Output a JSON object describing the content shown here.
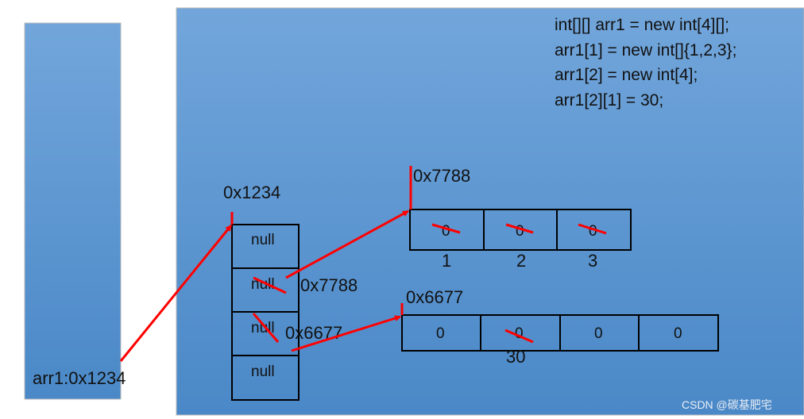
{
  "code": [
    "int[][] arr1 = new int[4][];",
    "arr1[1] = new int[]{1,2,3};",
    "arr1[2] = new int[4];",
    "arr1[2][1] = 30;"
  ],
  "stack": {
    "variable": "arr1:0x1234"
  },
  "outer_array": {
    "address": "0x1234",
    "cells": [
      "null",
      "null",
      "null",
      "null"
    ],
    "ref_labels": [
      "0x7788",
      "0x6677"
    ]
  },
  "array_1": {
    "address": "0x7788",
    "cells": [
      "0",
      "0",
      "0"
    ],
    "new_values": [
      "1",
      "2",
      "3"
    ]
  },
  "array_2": {
    "address": "0x6677",
    "cells": [
      "0",
      "0",
      "0",
      "0"
    ],
    "new_value": "30"
  },
  "watermark": "CSDN @碳基肥宅",
  "colors": {
    "panel_top": "#72a6db",
    "panel_bottom": "#4a88c7",
    "arrow": "#ff0000"
  }
}
